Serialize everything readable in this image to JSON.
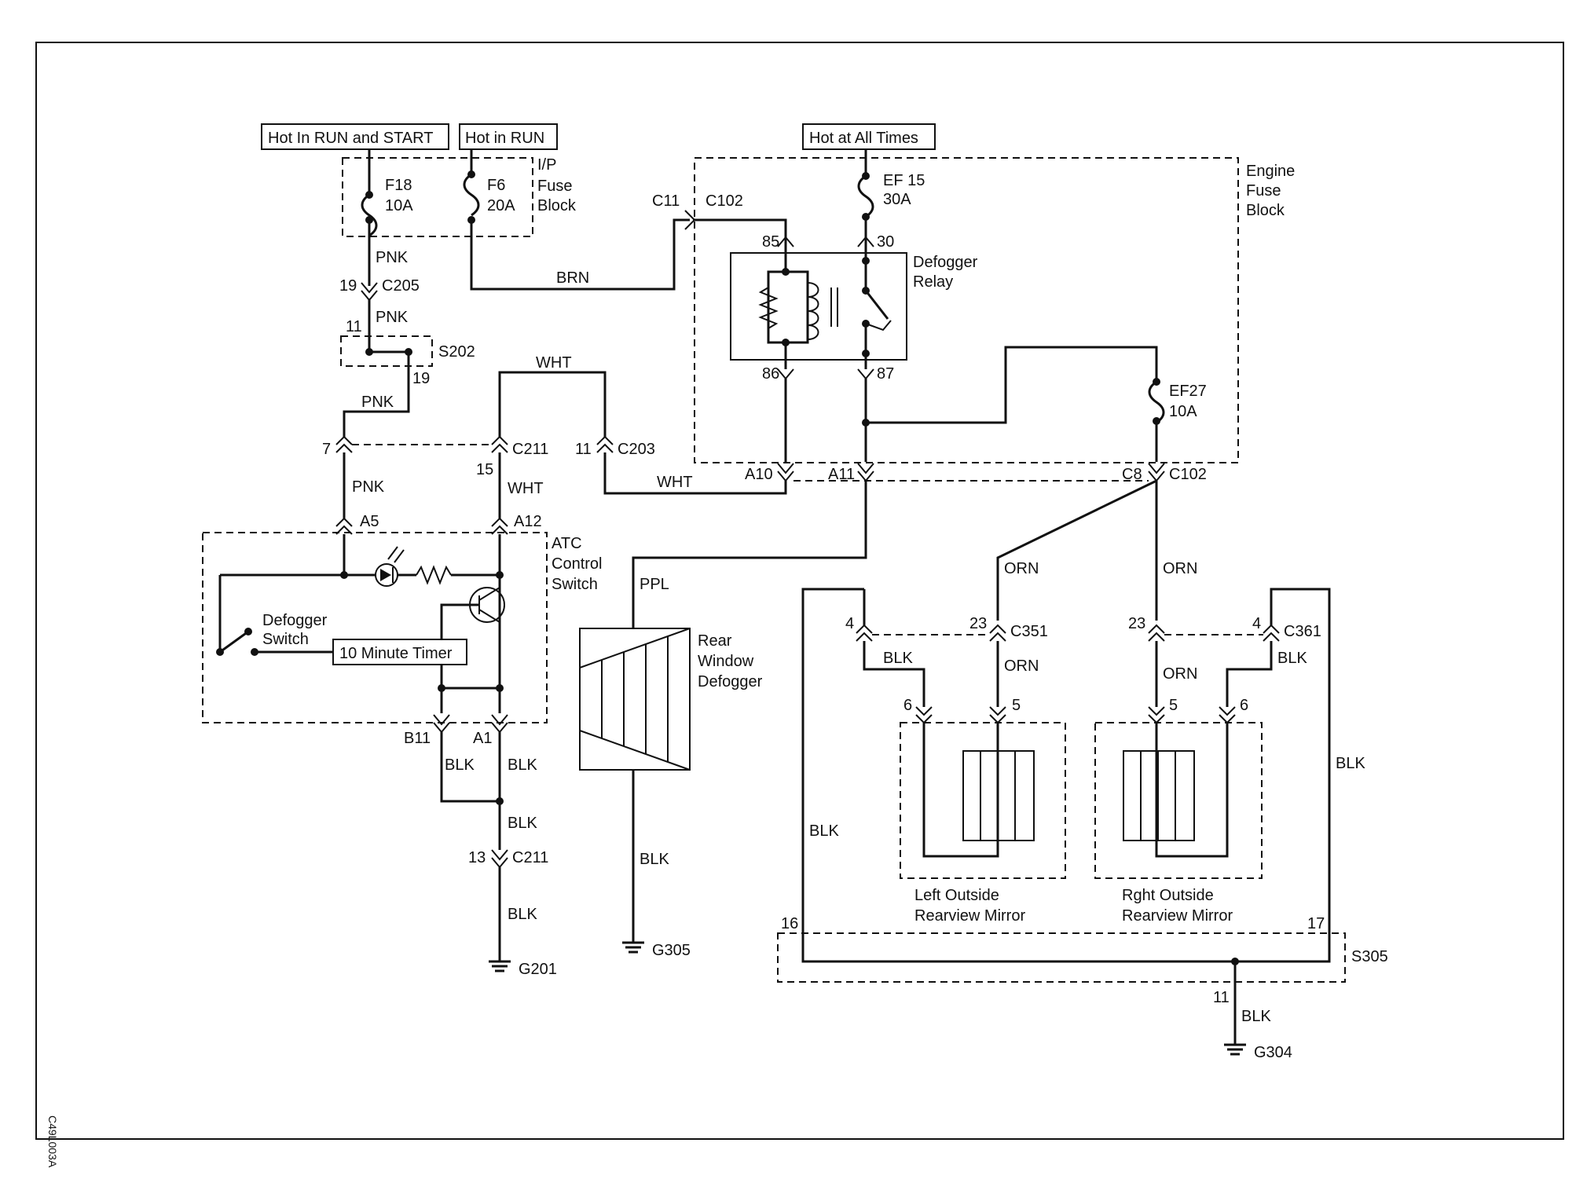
{
  "labels": {
    "hot_run_start": "Hot In RUN and START",
    "hot_run": "Hot in RUN",
    "hot_all_times": "Hot at All Times",
    "ip_fuse_block": [
      "I/P",
      "Fuse",
      "Block"
    ],
    "engine_fuse_block": [
      "Engine",
      "Fuse",
      "Block"
    ],
    "defogger_relay": [
      "Defogger",
      "Relay"
    ],
    "atc_control_switch": [
      "ATC",
      "Control",
      "Switch"
    ],
    "defogger_switch": [
      "Defogger",
      "Switch"
    ],
    "timer": "10 Minute Timer",
    "rear_window_defogger": [
      "Rear",
      "Window",
      "Defogger"
    ],
    "left_mirror": [
      "Left Outside",
      "Rearview Mirror"
    ],
    "right_mirror": [
      "Rght Outside",
      "Rearview Mirror"
    ],
    "figure_code": "C49L003A"
  },
  "fuses": {
    "f18": [
      "F18",
      "10A"
    ],
    "f6": [
      "F6",
      "20A"
    ],
    "ef15": [
      "EF 15",
      "30A"
    ],
    "ef27": [
      "EF27",
      "10A"
    ]
  },
  "connectors": {
    "c205": "C205",
    "s202": "S202",
    "c211_top": "C211",
    "c203": "C203",
    "c11": "C11",
    "c102_top": "C102",
    "c102_bottom": "C102",
    "c211_bottom": "C211",
    "c351": "C351",
    "c361": "C361",
    "s305": "S305",
    "a5": "A5",
    "a12": "A12",
    "b11": "B11",
    "a1": "A1",
    "a10": "A10",
    "a11": "A11",
    "c8": "C8"
  },
  "pins": {
    "p19a": "19",
    "p11a": "11",
    "p19b": "19",
    "p7": "7",
    "p15": "15",
    "p11b": "11",
    "p85": "85",
    "p30": "30",
    "p86": "86",
    "p87": "87",
    "p13": "13",
    "p4l": "4",
    "p23l": "23",
    "p6l": "6",
    "p5l": "5",
    "p23r": "23",
    "p4r": "4",
    "p5r": "5",
    "p6r": "6",
    "p16": "16",
    "p17": "17",
    "p11c": "11"
  },
  "wires": {
    "pnk1": "PNK",
    "pnk2": "PNK",
    "pnk3": "PNK",
    "pnk4": "PNK",
    "brn": "BRN",
    "wht1": "WHT",
    "wht2": "WHT",
    "wht3": "WHT",
    "ppl": "PPL",
    "blk_b11": "BLK",
    "blk_a1": "BLK",
    "blk_mid": "BLK",
    "blk_g201": "BLK",
    "blk_g305": "BLK",
    "orn1": "ORN",
    "orn2": "ORN",
    "orn3": "ORN",
    "orn4": "ORN",
    "blk_l4": "BLK",
    "blk_r4": "BLK",
    "blk_left": "BLK",
    "blk_right": "BLK",
    "blk_g304": "BLK"
  },
  "grounds": {
    "g201": "G201",
    "g305": "G305",
    "g304": "G304"
  }
}
